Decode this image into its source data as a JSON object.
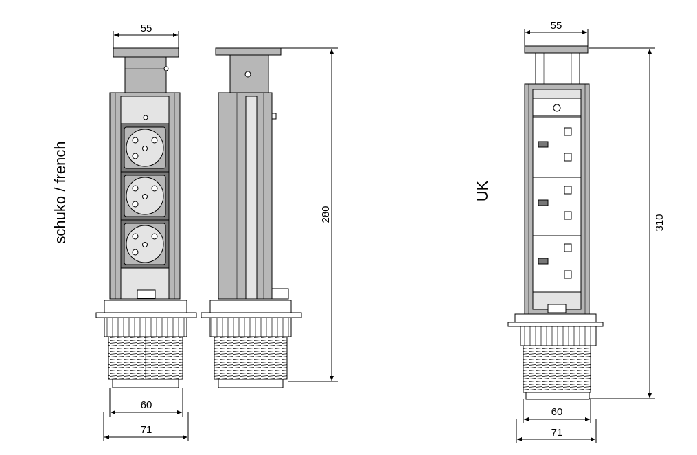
{
  "labels": {
    "schuko_french": "schuko / french",
    "uk": "UK"
  },
  "dimensions": {
    "schuko_top_width": "55",
    "schuko_height": "280",
    "schuko_body_width": "60",
    "schuko_flange_width": "71",
    "uk_top_width": "55",
    "uk_height": "310",
    "uk_body_width": "60",
    "uk_flange_width": "71"
  },
  "colors": {
    "line": "#000000",
    "body_gray": "#b7b7b7",
    "socket_gray": "#8a8a8a",
    "background": "#ffffff"
  }
}
